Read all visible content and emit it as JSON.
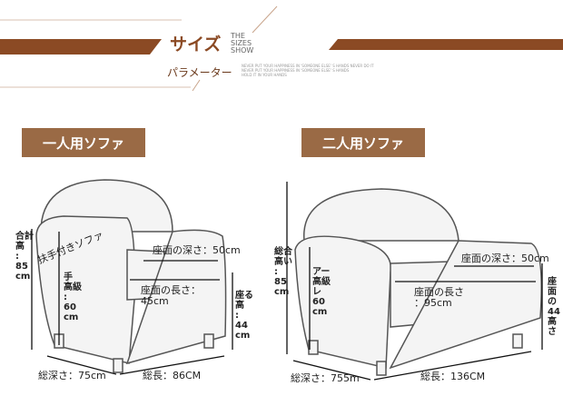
{
  "header": {
    "title": "サイズ",
    "subtitle": "パラメーター",
    "brand_lines": [
      "THE",
      "SIZES",
      "SHOW"
    ],
    "fine_print": [
      "NEVER PUT YOUR HAPPINESS IN 'SOMEONE ELSE' S HANDS NEVER DO IT",
      "NEVER PUT YOUR HAPPINESS IN 'SOMEONE ELSE' S HANDS",
      "HOLD IT IN YOUR HANDS"
    ],
    "accent_color": "#8b4a24"
  },
  "single_sofa": {
    "badge": "一人用ソファ",
    "total_height": [
      "合計",
      "高",
      ":",
      "85",
      "cm"
    ],
    "armrest_label": "扶手付きソファ",
    "arm_height": [
      "手",
      "高級",
      ":",
      "60",
      "cm"
    ],
    "seat_depth": "座面の深さ：50cm",
    "seat_length": [
      "座面の長さ：",
      "45cm"
    ],
    "seat_height": [
      "座る",
      "高",
      ":",
      "44",
      "cm"
    ],
    "total_depth": "総深さ：75cm",
    "total_length": "総長：86CM"
  },
  "double_sofa": {
    "badge": "二人用ソファ",
    "total_height": [
      "総合",
      "高い",
      ":",
      "85",
      "cm"
    ],
    "arm_height": [
      "アー",
      "高級",
      "レ",
      "60",
      "cm"
    ],
    "seat_depth": "座面の深さ：50cm",
    "seat_length": [
      "座面の長さ",
      "：95cm"
    ],
    "seat_height": [
      "座",
      "面",
      "の",
      "44",
      "高",
      "さ"
    ],
    "total_depth": "総深さ：755m",
    "total_length": "総長：136CM"
  },
  "colors": {
    "badge": "#9a6a45",
    "bar": "#8b4a24"
  }
}
